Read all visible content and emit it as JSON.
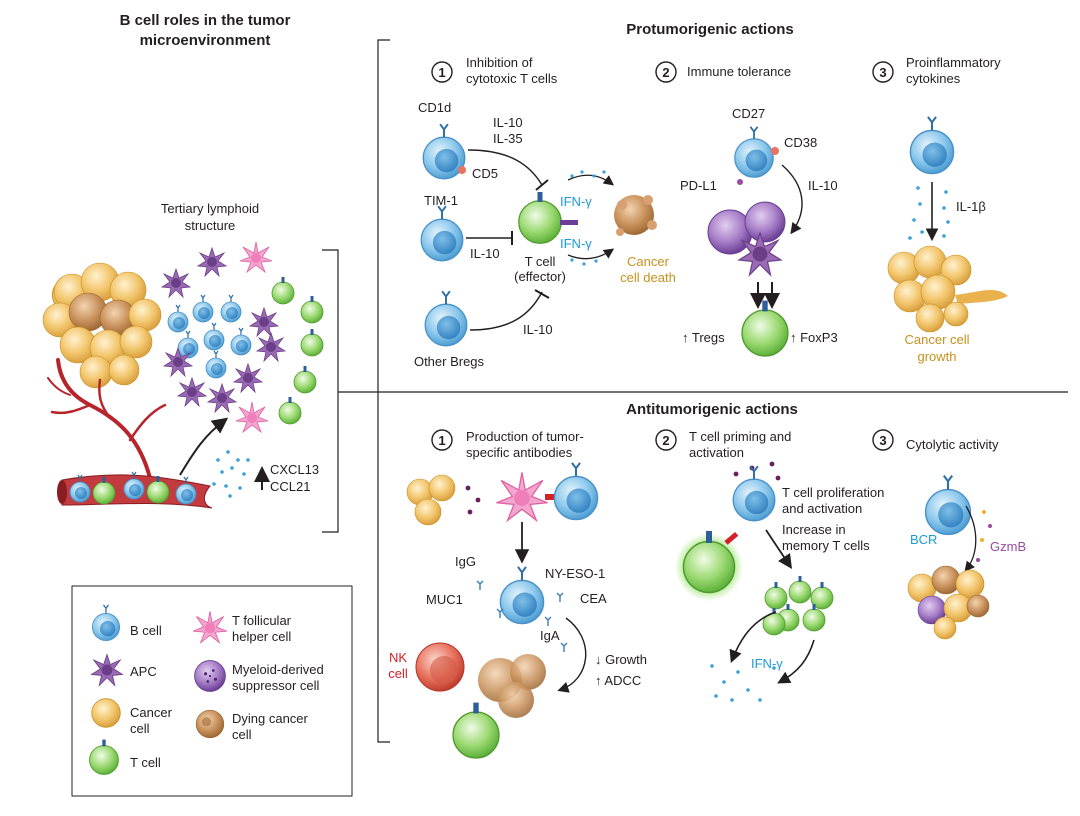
{
  "left_panel": {
    "title_line1": "B cell roles in the tumor",
    "title_line2": "microenvironment",
    "tls_label_line1": "Tertiary lymphoid",
    "tls_label_line2": "structure",
    "chemokine_line1": "CXCL13",
    "chemokine_line2": "CCL21"
  },
  "pro": {
    "title": "Protumorigenic actions",
    "s1": {
      "num": "1",
      "title_line1": "Inhibition of",
      "title_line2": "cytotoxic T cells",
      "cd1d": "CD1d",
      "il10_il35_line1": "IL-10",
      "il10_il35_line2": "IL-35",
      "cd5": "CD5",
      "tim1": "TIM-1",
      "il10_b": "IL-10",
      "ifng_top": "IFN-γ",
      "ifng_bottom": "IFN-γ",
      "tcell_line1": "T cell",
      "tcell_line2": "(effector)",
      "death_line1": "Cancer",
      "death_line2": "cell death",
      "other_bregs": "Other Bregs",
      "il10_c": "IL-10"
    },
    "s2": {
      "num": "2",
      "title": "Immune tolerance",
      "cd27": "CD27",
      "cd38": "CD38",
      "pdl1": "PD-L1",
      "il10": "IL-10",
      "tregs": "↑ Tregs",
      "foxp3": "↑ FoxP3"
    },
    "s3": {
      "num": "3",
      "title_line1": "Proinflammatory",
      "title_line2": "cytokines",
      "il1b": "IL-1β",
      "growth_line1": "Cancer cell",
      "growth_line2": "growth"
    }
  },
  "anti": {
    "title": "Antitumorigenic actions",
    "s1": {
      "num": "1",
      "title_line1": "Production of tumor-",
      "title_line2": "specific antibodies",
      "igg": "IgG",
      "nyeso": "NY-ESO-1",
      "muc1": "MUC1",
      "cea": "CEA",
      "iga": "IgA",
      "nk_line1": "NK",
      "nk_line2": "cell",
      "growth": "↓ Growth",
      "adcc": "↑ ADCC"
    },
    "s2": {
      "num": "2",
      "title_line1": "T cell priming and",
      "title_line2": "activation",
      "prolif_line1": "T cell proliferation",
      "prolif_line2": "and activation",
      "memory_line1": "Increase in",
      "memory_line2": "memory T cells",
      "ifng": "IFN-γ"
    },
    "s3": {
      "num": "3",
      "title": "Cytolytic activity",
      "bcr": "BCR",
      "gzmb": "GzmB"
    }
  },
  "legend": {
    "bcell": "B cell",
    "apc": "APC",
    "cancer_line1": "Cancer",
    "cancer_line2": "cell",
    "tcell": "T cell",
    "tfh_line1": "T follicular",
    "tfh_line2": "helper cell",
    "mdsc_line1": "Myeloid-derived",
    "mdsc_line2": "suppressor cell",
    "dying_line1": "Dying cancer",
    "dying_line2": "cell"
  },
  "colors": {
    "bcell": "#8cc8ec",
    "tcell": "#8fd36a",
    "cancer": "#f2c56b",
    "apc": "#9b6ab5",
    "tfh": "#ef7fb9",
    "mdsc": "#8a5fb0",
    "dying": "#c9925c",
    "nk": "#e8735f",
    "vessel": "#b8242c",
    "blue_text": "#1a9bd7",
    "gold_text": "#c8901e",
    "red_text": "#d62028",
    "purple_text": "#9a4aa0"
  }
}
